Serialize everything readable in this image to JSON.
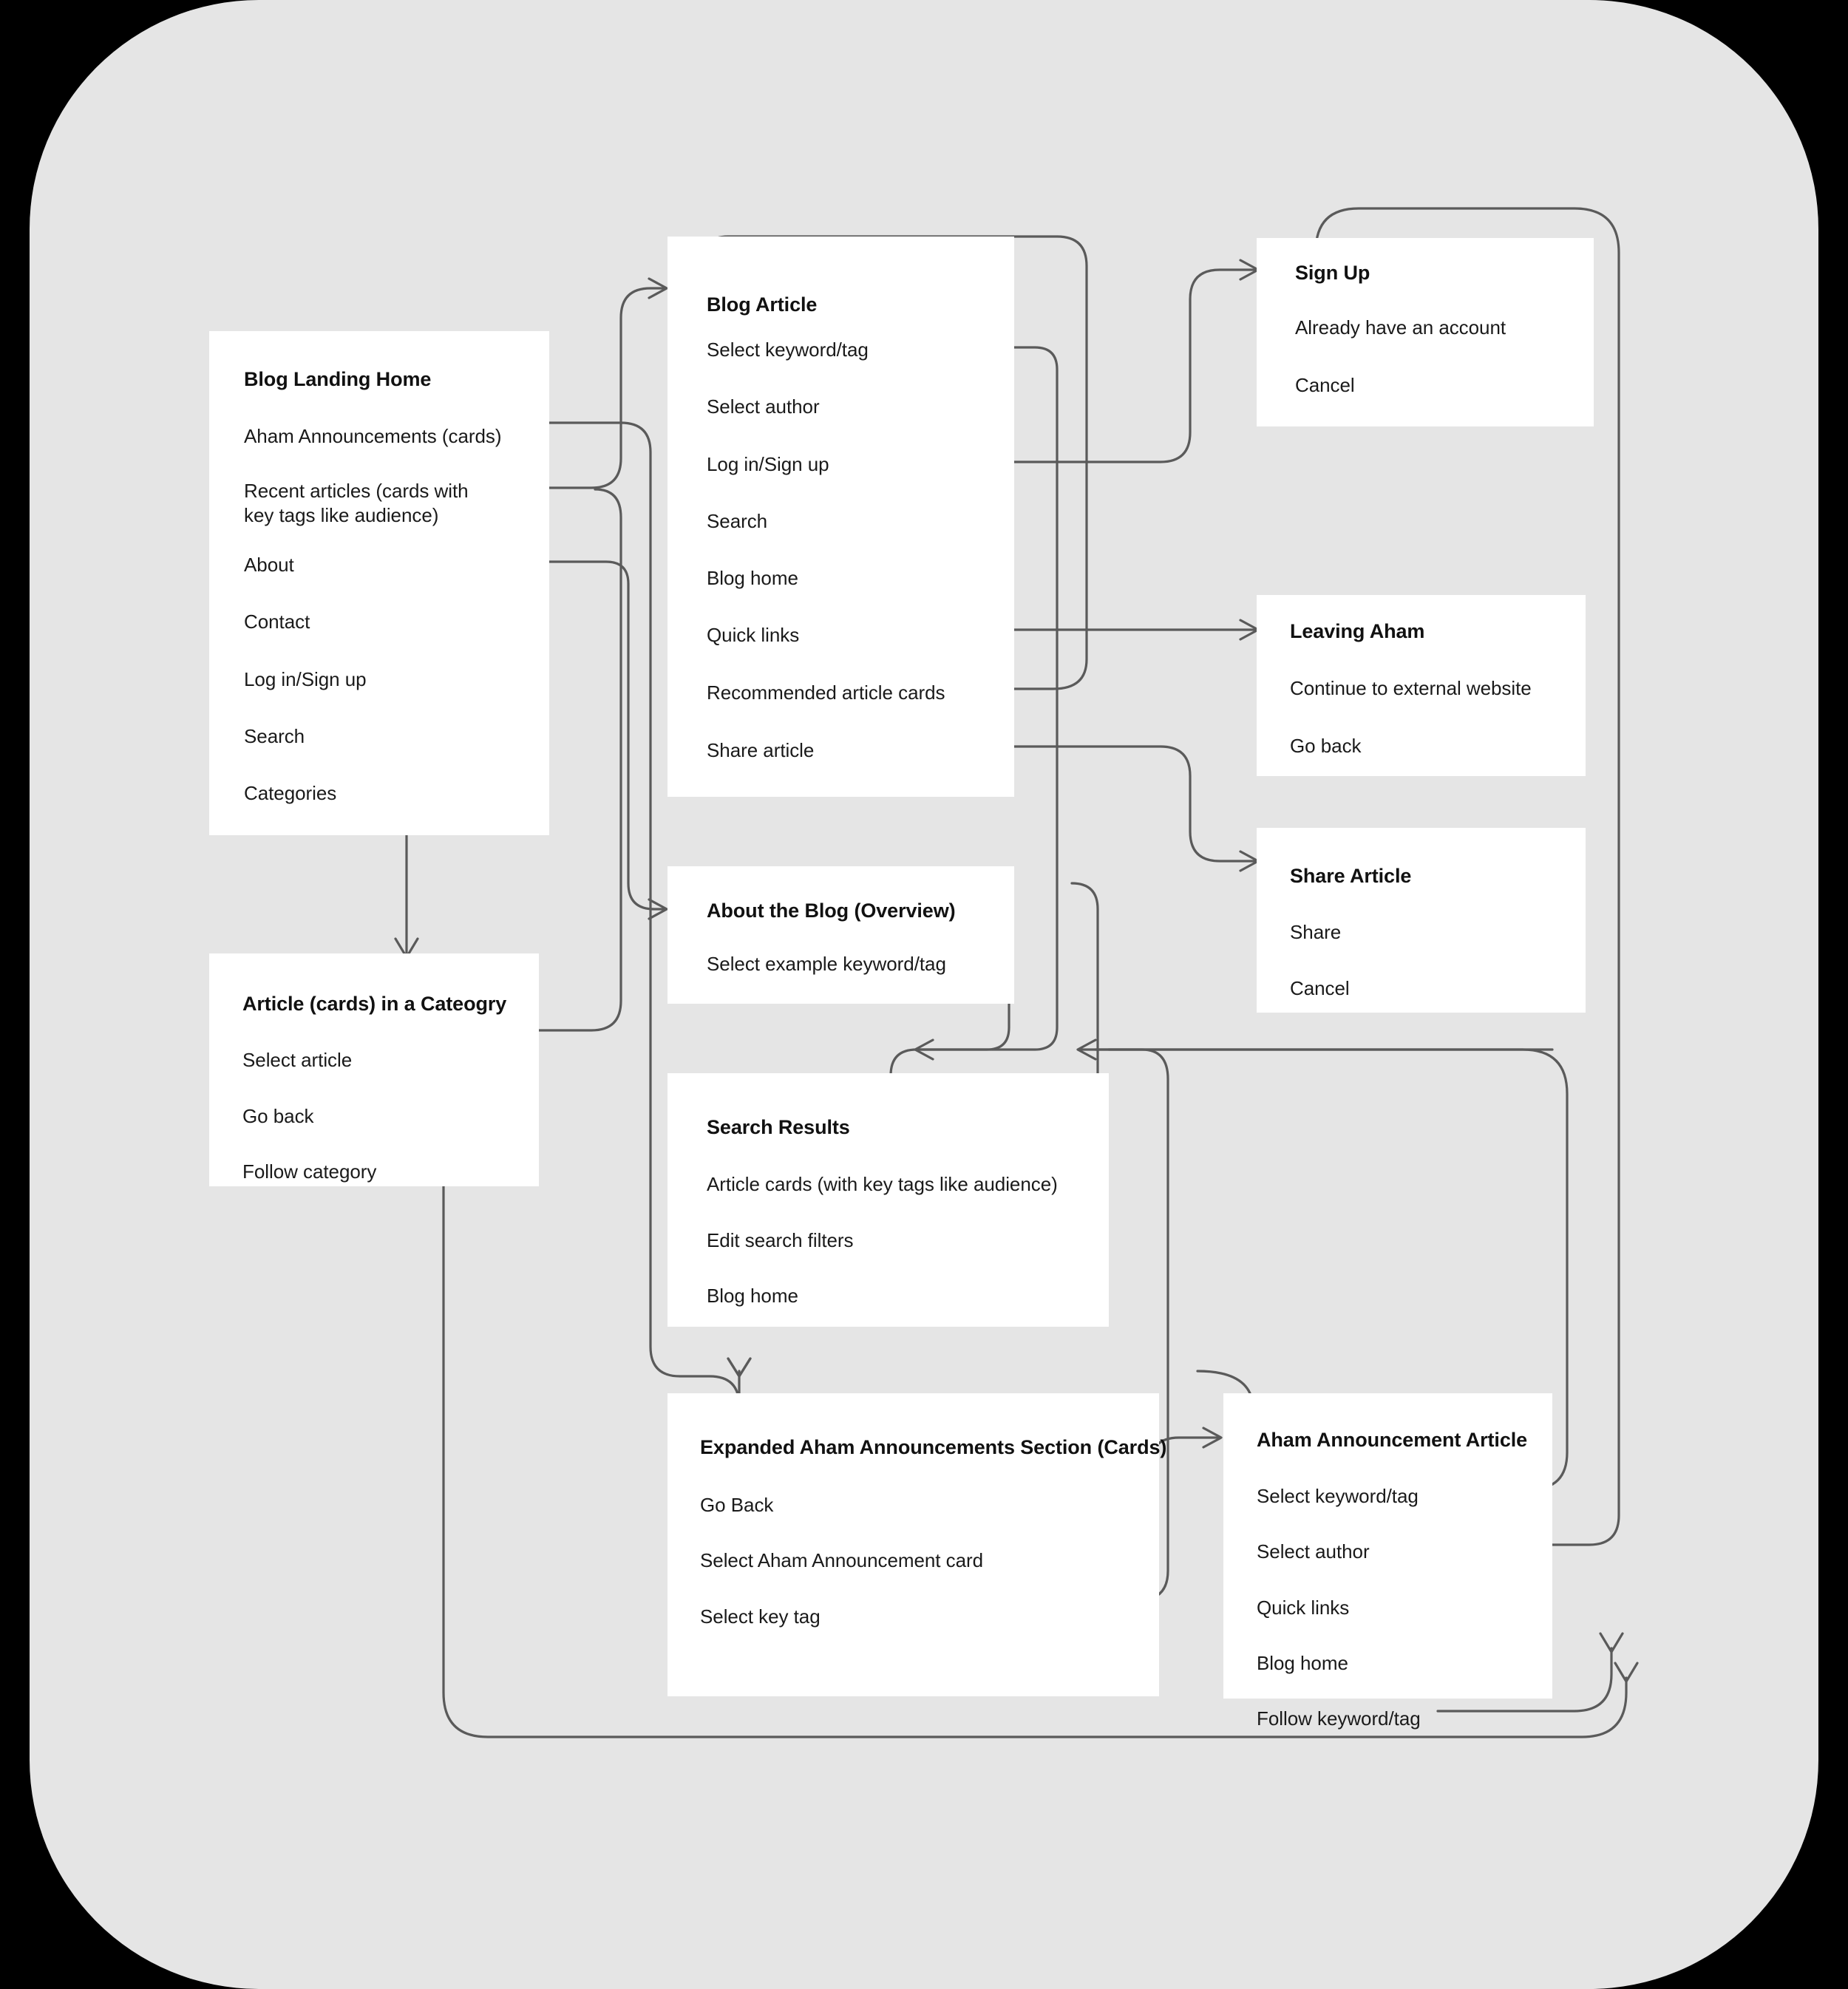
{
  "diagram": {
    "title": "Blog User Flow",
    "background_color": "#e5e5e5",
    "card_color": "#ffffff",
    "connector_color": "#5a5a5a",
    "text_color": "#1a1a1a"
  },
  "cards": [
    {
      "id": "blog-landing-home",
      "title": "Blog Landing Home",
      "items": [
        "Aham Announcements (cards)",
        "Recent articles (cards with\nkey tags like audience)",
        "About",
        "Contact",
        "Log in/Sign up",
        "Search",
        "Categories"
      ]
    },
    {
      "id": "blog-article",
      "title": "Blog Article",
      "items": [
        "Select keyword/tag",
        "Select author",
        "Log in/Sign up",
        "Search",
        "Blog home",
        "Quick links",
        "Recommended article cards",
        "Share article"
      ]
    },
    {
      "id": "sign-up",
      "title": "Sign Up",
      "items": [
        "Already have an account",
        "Cancel"
      ]
    },
    {
      "id": "leaving-aham",
      "title": "Leaving Aham",
      "items": [
        "Continue to external website",
        "Go back"
      ]
    },
    {
      "id": "share-article",
      "title": "Share Article",
      "items": [
        "Share",
        "Cancel"
      ]
    },
    {
      "id": "article-cards-in-a-category",
      "title": "Article (cards) in a Cateogry",
      "items": [
        "Select article",
        "Go back",
        "Follow category"
      ]
    },
    {
      "id": "about-the-blog",
      "title": "About the Blog (Overview)",
      "items": [
        "Select example keyword/tag"
      ]
    },
    {
      "id": "search-results",
      "title": "Search Results",
      "items": [
        "Article cards (with key tags like audience)",
        "Edit search filters",
        "Blog home"
      ]
    },
    {
      "id": "expanded-aham-announcements",
      "title": "Expanded Aham Announcements Section (Cards)",
      "items": [
        "Go Back",
        "Select Aham Announcement card",
        "Select key tag"
      ]
    },
    {
      "id": "aham-announcement-article",
      "title": "Aham Announcement Article",
      "items": [
        "Select keyword/tag",
        "Select author",
        "Quick links",
        "Blog home",
        "Follow keyword/tag"
      ]
    }
  ]
}
